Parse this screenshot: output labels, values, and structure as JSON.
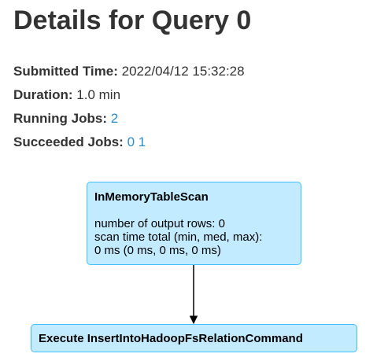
{
  "page": {
    "title": "Details for Query 0"
  },
  "summary": {
    "submitted_time_label": "Submitted Time:",
    "submitted_time_value": "2022/04/12 15:32:28",
    "duration_label": "Duration:",
    "duration_value": "1.0 min",
    "running_jobs_label": "Running Jobs:",
    "running_jobs": [
      "2"
    ],
    "succeeded_jobs_label": "Succeeded Jobs:",
    "succeeded_jobs": [
      "0",
      "1"
    ]
  },
  "dag": {
    "nodes": [
      {
        "title": "InMemoryTableScan",
        "metrics": [
          "number of output rows: 0",
          "scan time total (min, med, max):",
          "0 ms (0 ms, 0 ms, 0 ms)"
        ]
      },
      {
        "title": "Execute InsertIntoHadoopFsRelationCommand"
      }
    ],
    "colors": {
      "node_fill": "#c3ebff",
      "node_border": "#3ec0ff",
      "edge": "#000000",
      "link": "#2a8fc7"
    }
  }
}
